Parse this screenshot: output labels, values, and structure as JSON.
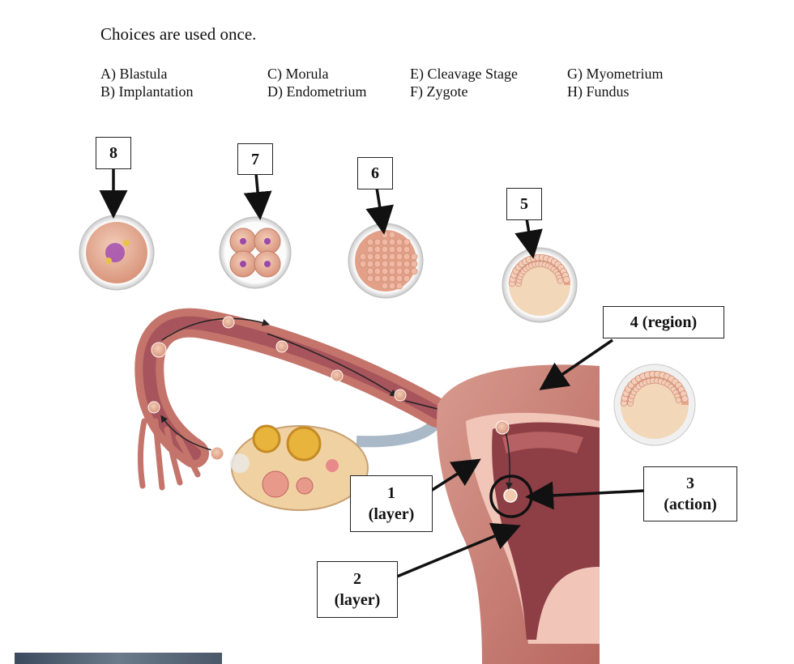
{
  "instruction": "Choices are used once.",
  "choices": {
    "col1": [
      "A)  Blastula",
      "B)  Implantation"
    ],
    "col2": [
      "C) Morula",
      "D) Endometrium"
    ],
    "col3": [
      "E) Cleavage Stage",
      "F) Zygote"
    ],
    "col4": [
      "G) Myometrium",
      "H) Fundus"
    ]
  },
  "labels": {
    "n8": "8",
    "n7": "7",
    "n6": "6",
    "n5": "5",
    "n4": "4 (region)",
    "n3_num": "3",
    "n3_sub": "(action)",
    "n1_num": "1",
    "n1_sub": "(layer)",
    "n2_num": "2",
    "n2_sub": "(layer)"
  },
  "colors": {
    "uterus": "#c97a72",
    "uterus_dark": "#8e3f45",
    "cell_fill": "#e8b49a",
    "nucleus": "#9a4aa6",
    "arrow": "#111111"
  }
}
